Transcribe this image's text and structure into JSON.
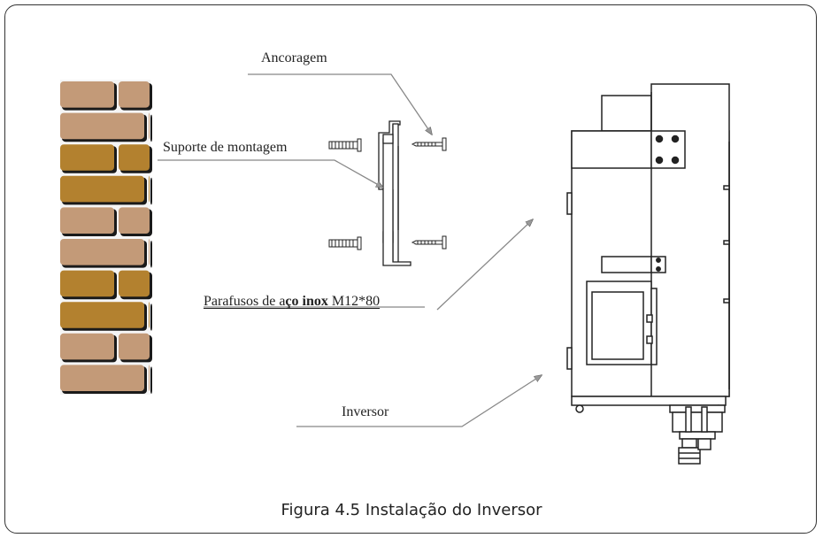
{
  "labels": {
    "anchor": "Ancoragem",
    "bracket": "Suporte de montagem",
    "bolts_prefix": "Parafusos de a",
    "bolts_bold1": "ço inox",
    "bolts_suffix": " M12*80",
    "inverter": "Inversor"
  },
  "caption": "Figura 4.5 Instalação do Inversor",
  "colors": {
    "brick_light": "#c39a78",
    "brick_dark": "#b3812f",
    "brick_shadow": "#1a1a1a",
    "line": "#222222",
    "leader": "#888888"
  }
}
